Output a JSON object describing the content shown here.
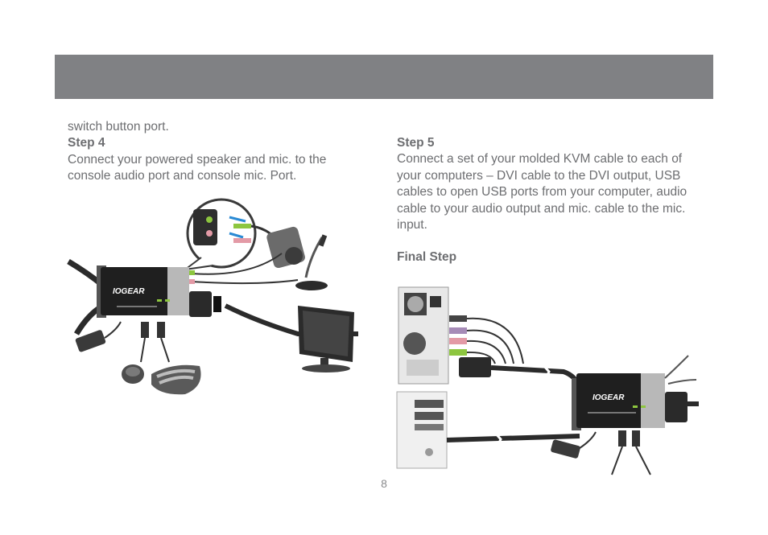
{
  "header": {
    "title": ""
  },
  "left": {
    "continuation": "switch button port.",
    "step_title": "Step 4",
    "step_text": "Connect your powered speaker and mic. to the console audio port and console mic. Port."
  },
  "right": {
    "step_title": "Step 5",
    "step_text": "Connect a set of your molded KVM cable to each of your computers – DVI cable to the DVI output, USB cables to open USB ports from your computer, audio cable to your audio output and mic. cable to the mic. input.",
    "final_title": "Final Step"
  },
  "device": {
    "brand": "IOGEAR"
  },
  "page_number": "8",
  "colors": {
    "header": "#808184",
    "text": "#6d6e71",
    "led": "#8dc63f"
  }
}
